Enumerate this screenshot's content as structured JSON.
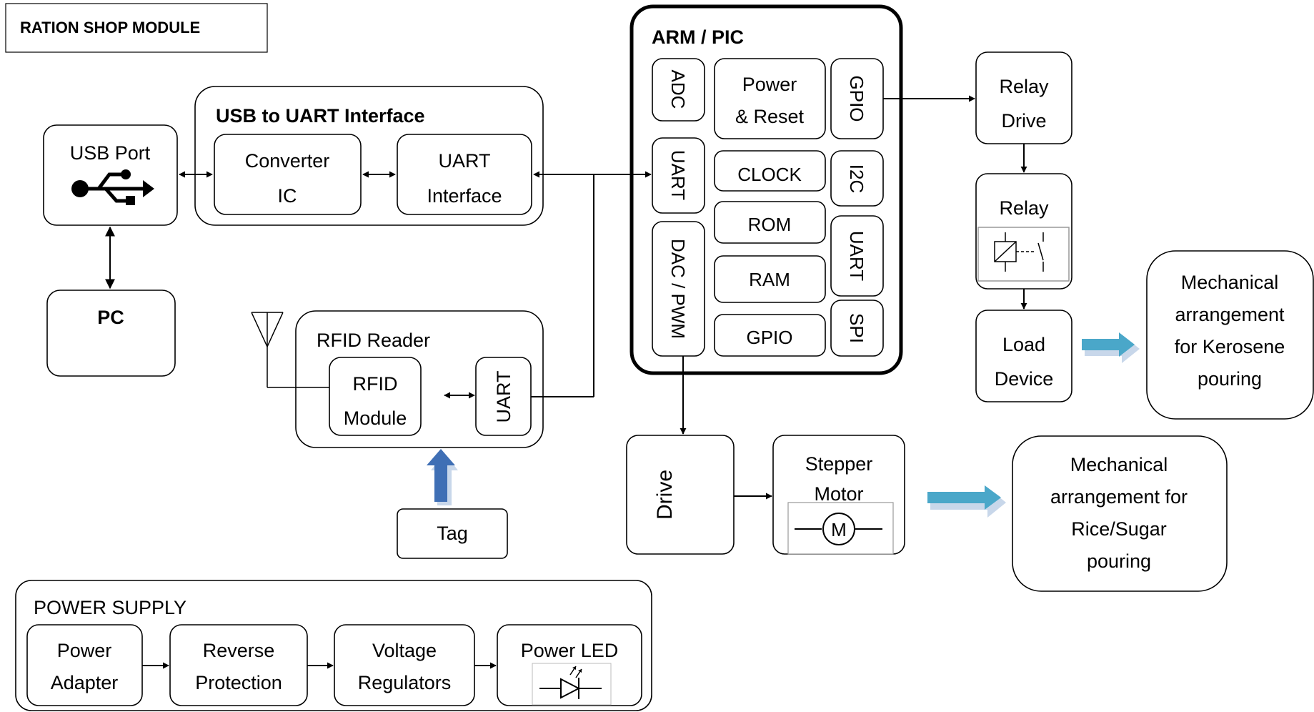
{
  "title": "RATION SHOP MODULE",
  "usb_port": {
    "label": "USB Port",
    "icon": "usb-icon"
  },
  "pc": {
    "label": "PC"
  },
  "usb_uart": {
    "title": "USB to UART Interface",
    "converter_line1": "Converter",
    "converter_line2": "IC",
    "uart_line1": "UART",
    "uart_line2": "Interface"
  },
  "rfid": {
    "title": "RFID Reader",
    "module_line1": "RFID",
    "module_line2": "Module",
    "uart": "UART",
    "tag": "Tag",
    "antenna_icon": "antenna-icon"
  },
  "mcu": {
    "title": "ARM / PIC",
    "adc": "ADC",
    "uart_left": "UART",
    "dac_pwm": "DAC / PWM",
    "power_line1": "Power",
    "power_line2": "& Reset",
    "clock": "CLOCK",
    "rom": "ROM",
    "ram": "RAM",
    "gpio_bottom": "GPIO",
    "gpio_top": "GPIO",
    "i2c": "I2C",
    "uart_right": "UART",
    "spi": "SPI"
  },
  "relay_drive": {
    "line1": "Relay",
    "line2": "Drive"
  },
  "relay": {
    "label": "Relay",
    "icon": "relay-coil-icon"
  },
  "load": {
    "line1": "Load",
    "line2": "Device"
  },
  "mech_kerosene": {
    "line1": "Mechanical",
    "line2": "arrangement",
    "line3": "for Kerosene",
    "line4": "pouring"
  },
  "drive": {
    "label": "Drive"
  },
  "stepper": {
    "line1": "Stepper",
    "line2": "Motor",
    "icon": "motor-icon",
    "symbol": "M"
  },
  "mech_rice": {
    "line1": "Mechanical",
    "line2": "arrangement for",
    "line3": "Rice/Sugar",
    "line4": "pouring"
  },
  "power_supply": {
    "title": "POWER SUPPLY",
    "adapter_line1": "Power",
    "adapter_line2": "Adapter",
    "reverse_line1": "Reverse",
    "reverse_line2": "Protection",
    "voltage_line1": "Voltage",
    "voltage_line2": "Regulators",
    "led_label": "Power LED",
    "led_icon": "led-diode-icon"
  },
  "colors": {
    "blue_arrow": "#4aa7c9",
    "dark_blue_arrow": "#3f6fb5",
    "arrow_shadow": "#c8d7ea"
  }
}
